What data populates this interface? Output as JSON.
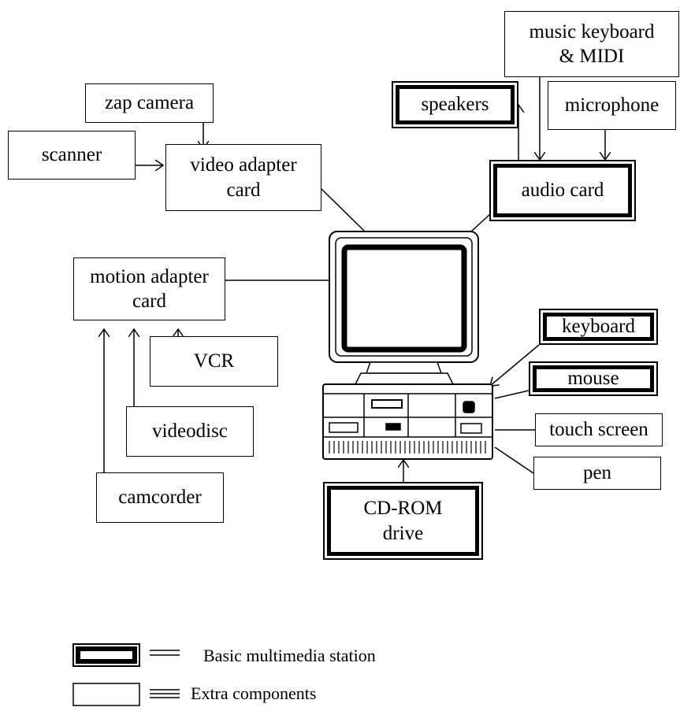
{
  "components": {
    "music_keyboard": {
      "line1": "music keyboard",
      "line2": "& MIDI"
    },
    "zap_camera": "zap camera",
    "speakers": "speakers",
    "microphone": "microphone",
    "scanner": "scanner",
    "video_adapter": {
      "line1": "video adapter",
      "line2": "card"
    },
    "audio_card": "audio card",
    "motion_adapter": {
      "line1": "motion adapter",
      "line2": "card"
    },
    "vcr": "VCR",
    "keyboard": "keyboard",
    "mouse": "mouse",
    "videodisc": "videodisc",
    "touch_screen": "touch screen",
    "pen": "pen",
    "camcorder": "camcorder",
    "cdrom": {
      "line1": "CD-ROM",
      "line2": "drive"
    }
  },
  "legend": {
    "basic": "Basic multimedia station",
    "extra": "Extra components"
  }
}
